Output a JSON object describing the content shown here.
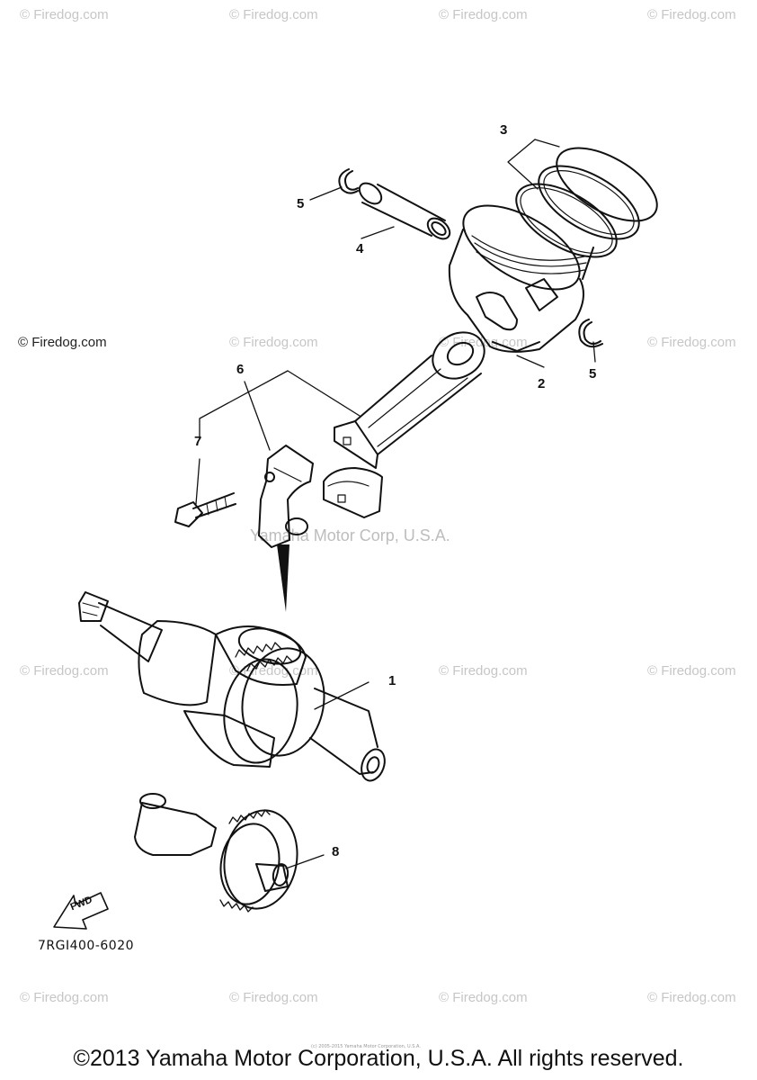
{
  "watermark": "© Firedog.com",
  "watermark_prominent": "© Firedog.com",
  "center_watermark": "Yamaha Motor Corp, U.S.A.",
  "callouts": {
    "crankshaft": "1",
    "piston": "2",
    "piston_ring_set": "3",
    "piston_pin": "4",
    "circlip_left": "5",
    "circlip_right": "5",
    "connecting_rod": "6",
    "bolt": "7",
    "balancer_shaft": "8"
  },
  "fwd_label": "FWD",
  "diagram_code": "7RGI400-6020",
  "fine_print": "(c) 2005-2015 Yamaha Motor Corporation, U.S.A.",
  "copyright": "©2013 Yamaha Motor Corporation, U.S.A. All rights reserved."
}
